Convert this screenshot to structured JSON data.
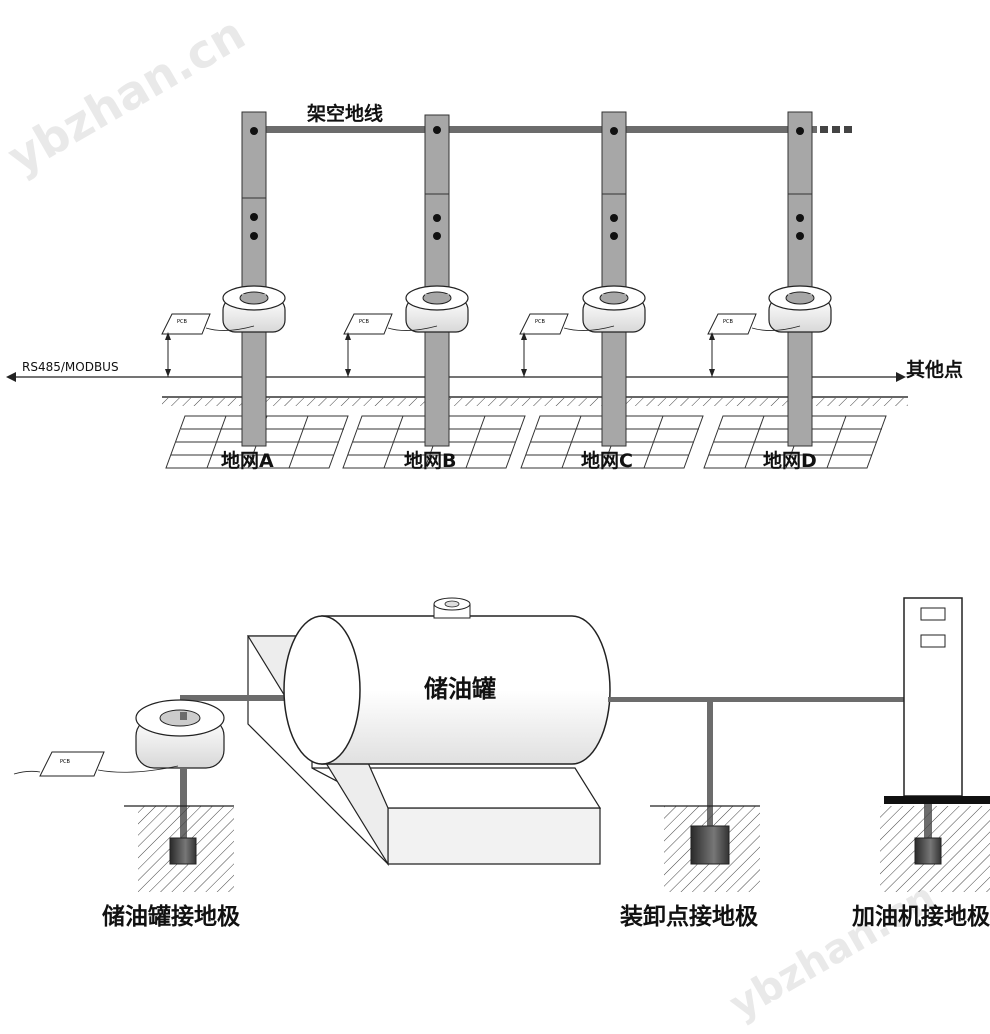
{
  "top": {
    "overhead_wire_label": "架空地线",
    "bus_label": "RS485/MODBUS",
    "other_points_label": "其他点",
    "pcb_label": "PCB",
    "grid_labels": [
      "地网A",
      "地网B",
      "地网C",
      "地网D"
    ]
  },
  "bottom": {
    "tank_label": "储油罐",
    "electrode_labels": [
      "储油罐接地极",
      "装卸点接地极",
      "加油机接地极"
    ],
    "pcb_label": "PCB"
  },
  "watermark": "ybzhan.cn",
  "colors": {
    "pole": "#a7a7a7",
    "wire": "#6c6c6c",
    "outline": "#222222"
  }
}
